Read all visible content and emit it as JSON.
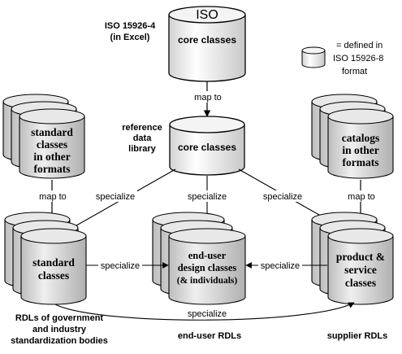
{
  "top": {
    "source_title": "ISO 15926-4",
    "source_subtitle": "(in Excel)",
    "cylinder_label": "ISO",
    "cylinder_text": "core classes"
  },
  "legend": {
    "line1": "= defined in",
    "line2": "ISO 15926-8",
    "line3": "format"
  },
  "reference": {
    "label_line1": "reference",
    "label_line2": "data",
    "label_line3": "library",
    "cylinder_text": "core classes"
  },
  "left_formats": {
    "line1": "standard",
    "line2": "classes",
    "line3": "in other",
    "line4": "formats"
  },
  "right_formats": {
    "line1": "catalogs",
    "line2": "in other",
    "line3": "formats"
  },
  "standard_classes": {
    "line1": "standard",
    "line2": "classes"
  },
  "enduser_classes": {
    "line1": "end-user",
    "line2": "design classes",
    "line3": "(& individuals)"
  },
  "product_classes": {
    "line1": "product &",
    "line2": "service",
    "line3": "classes"
  },
  "arrows": {
    "map_to_center": "map to",
    "map_to_left": "map to",
    "map_to_right": "map to",
    "specialize_left": "specialize",
    "specialize_center": "specialize",
    "specialize_right": "specialize",
    "specialize_std_to_enduser": "specialize",
    "specialize_prod_to_enduser": "specialize",
    "specialize_bottom": "specialize"
  },
  "bottom_labels": {
    "gov_line1": "RDLs of government",
    "gov_line2": "and industry",
    "gov_line3": "standardization bodies",
    "enduser": "end-user RDLs",
    "supplier": "supplier RDLs"
  }
}
